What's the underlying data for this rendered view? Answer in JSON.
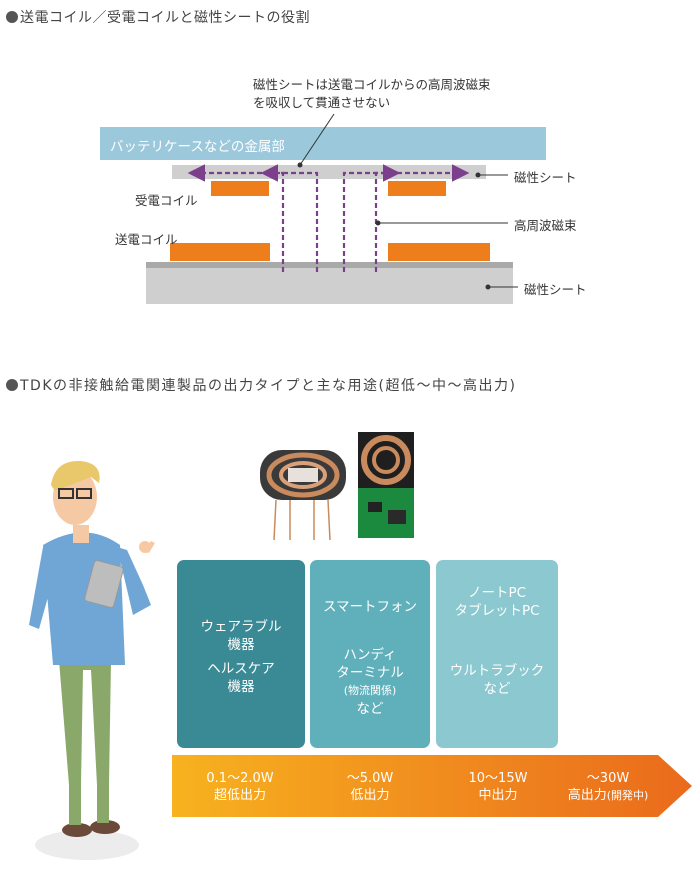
{
  "section1": {
    "title": "送電コイル／受電コイルと磁性シートの役割",
    "battery_label": "バッテリケースなどの金属部",
    "annotation_line1": "磁性シートは送電コイルからの高周波磁束",
    "annotation_line2": "を吸収して貫通させない",
    "label_sheet_top": "磁性シート",
    "label_receive_coil": "受電コイル",
    "label_flux": "高周波磁束",
    "label_send_coil": "送電コイル",
    "label_sheet_bottom": "磁性シート"
  },
  "section2": {
    "title": "TDKの非接触給電関連製品の出力タイプと主な用途(超低～中～高出力)",
    "cards": [
      {
        "line1": "ウェアラブル",
        "line2": "機器",
        "line3": "ヘルスケア",
        "line4": "機器"
      },
      {
        "line1": "スマートフォン",
        "line2": "ハンディ",
        "line3": "ターミナル",
        "line4": "(物流関係)",
        "line5": "など"
      },
      {
        "line1": "ノートPC",
        "line2": "タブレットPC",
        "line3": "ウルトラブック",
        "line4": "など"
      }
    ],
    "levels": [
      {
        "power": "0.1～2.0W",
        "name": "超低出力"
      },
      {
        "power": "～5.0W",
        "name": "低出力"
      },
      {
        "power": "10～15W",
        "name": "中出力"
      },
      {
        "power": "～30W",
        "name": "高出力",
        "note": "(開発中)"
      }
    ]
  },
  "colors": {
    "card1": "#3a8a95",
    "card2": "#5fb0bb",
    "card3": "#8cc8cf",
    "coil": "#ee7d1c",
    "flux": "#7b3f8c",
    "battery": "#9cc8dc",
    "sheet": "#c8c8c8"
  }
}
